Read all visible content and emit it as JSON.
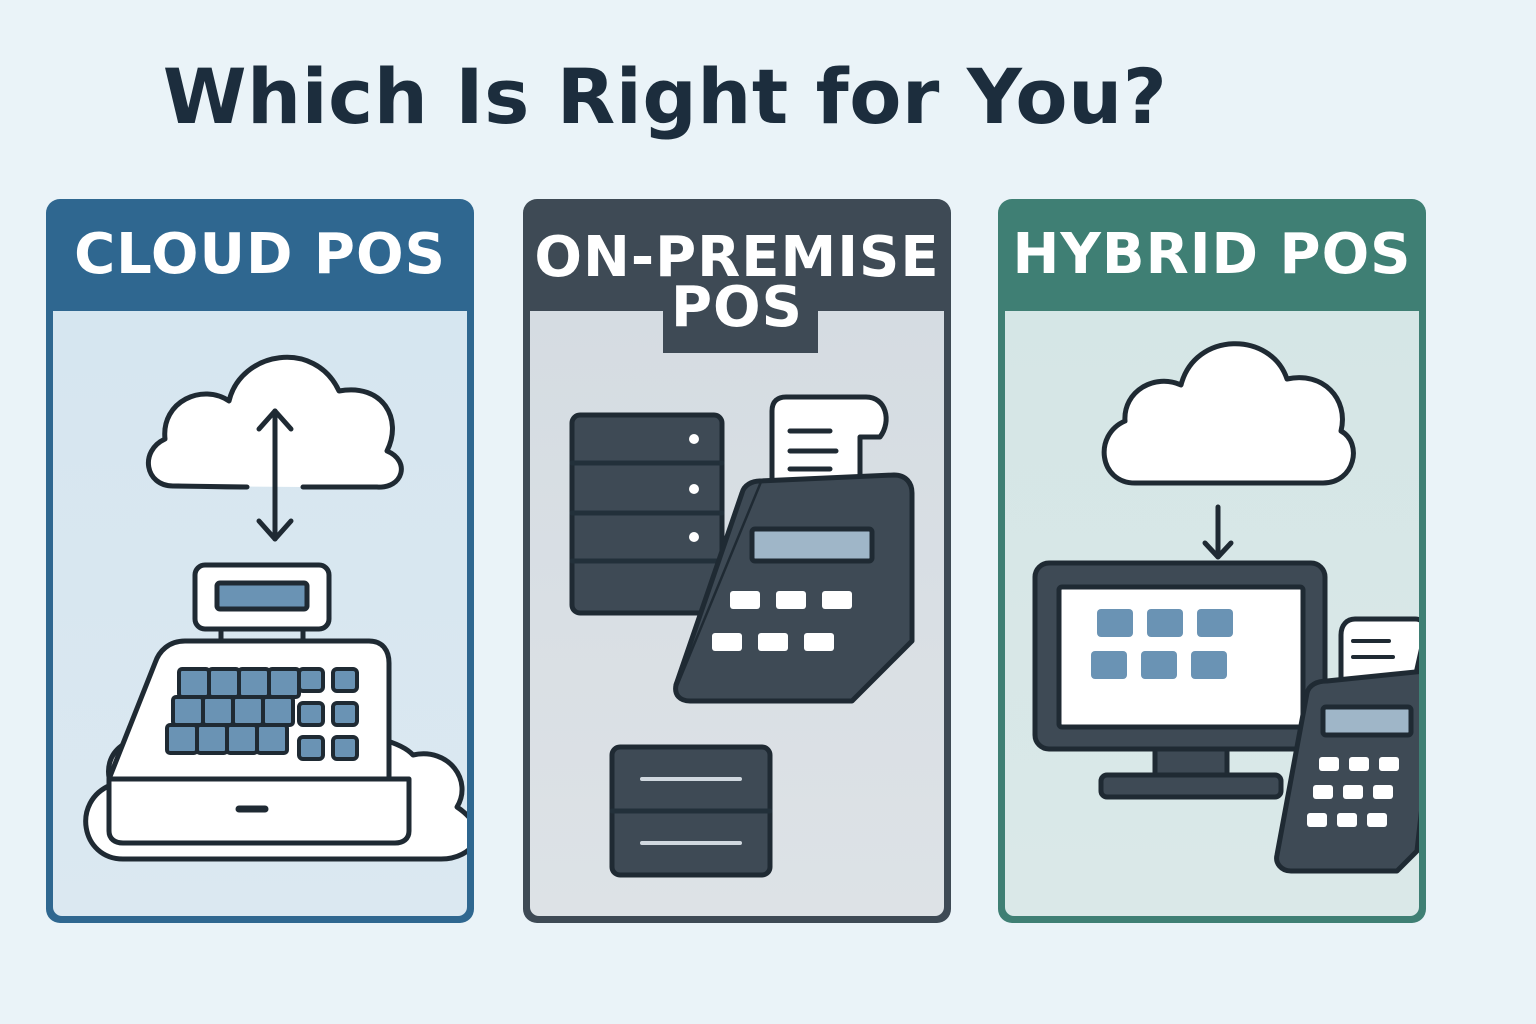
{
  "page": {
    "title": "Which Is Right for You?"
  },
  "cards": [
    {
      "header": "CLOUD POS",
      "icon": "cloud-cash-register-icon",
      "header_color": "#2f6790"
    },
    {
      "header_line1": "ON-PREMISE",
      "header_line2": "POS",
      "icon": "server-card-terminal-icon",
      "header_color": "#3e4a55"
    },
    {
      "header": "HYBRID POS",
      "icon": "cloud-monitor-terminal-icon",
      "header_color": "#3f7f74"
    }
  ]
}
